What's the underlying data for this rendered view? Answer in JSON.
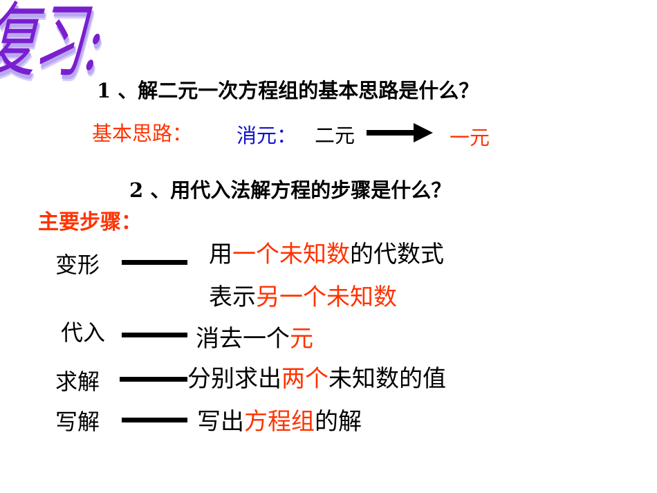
{
  "slide": {
    "heading": "复习:",
    "question1": "1 、解二元一次方程组的基本思路是什么？",
    "idea": {
      "label": "基本思路：",
      "method": "消元：",
      "from": "二元",
      "to": "一元"
    },
    "question2": "2 、用代入法解方程的步骤是什么？",
    "steps_label": "主要步骤：",
    "steps": [
      {
        "name": "变形",
        "desc_line1": [
          {
            "text": "用",
            "color": "black"
          },
          {
            "text": "一个未知数",
            "color": "red"
          },
          {
            "text": "的代数式",
            "color": "black"
          }
        ],
        "desc_line2": [
          {
            "text": "表示",
            "color": "black"
          },
          {
            "text": "另一个未知数",
            "color": "red"
          }
        ]
      },
      {
        "name": "代入",
        "desc_line1": [
          {
            "text": "消去一个",
            "color": "black"
          },
          {
            "text": "元",
            "color": "red"
          }
        ]
      },
      {
        "name": "求解",
        "desc_line1": [
          {
            "text": "分别求出",
            "color": "black"
          },
          {
            "text": "两个",
            "color": "red"
          },
          {
            "text": "未知数的值",
            "color": "black"
          }
        ]
      },
      {
        "name": "写解",
        "desc_line1": [
          {
            "text": "写出",
            "color": "black"
          },
          {
            "text": "方程组",
            "color": "red"
          },
          {
            "text": "的解",
            "color": "black"
          }
        ]
      }
    ],
    "colors": {
      "heading": "#7a1fd0",
      "accent_red": "#ff3300",
      "accent_blue": "#1010d0",
      "text": "#000000"
    }
  }
}
